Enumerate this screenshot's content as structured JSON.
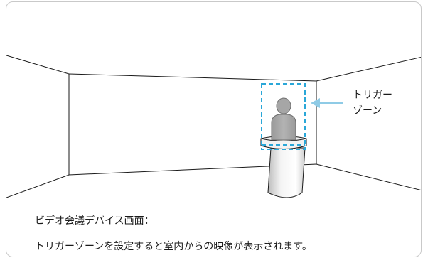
{
  "callout": {
    "line1": "トリガー",
    "line2": "ゾーン"
  },
  "caption": {
    "title": "ビデオ会議デバイス画面：",
    "body": "トリガーゾーンを設定すると室内からの映像が表示されます。"
  },
  "colors": {
    "zone_dash": "#2aa7d8",
    "arrow": "#8fcbe6",
    "person": "#a6a6a6",
    "person_outline": "#6f6f6f",
    "podium_shade": "#e6e6e6",
    "lines": "#1a1a1a",
    "frame": "#c9c9c9"
  }
}
